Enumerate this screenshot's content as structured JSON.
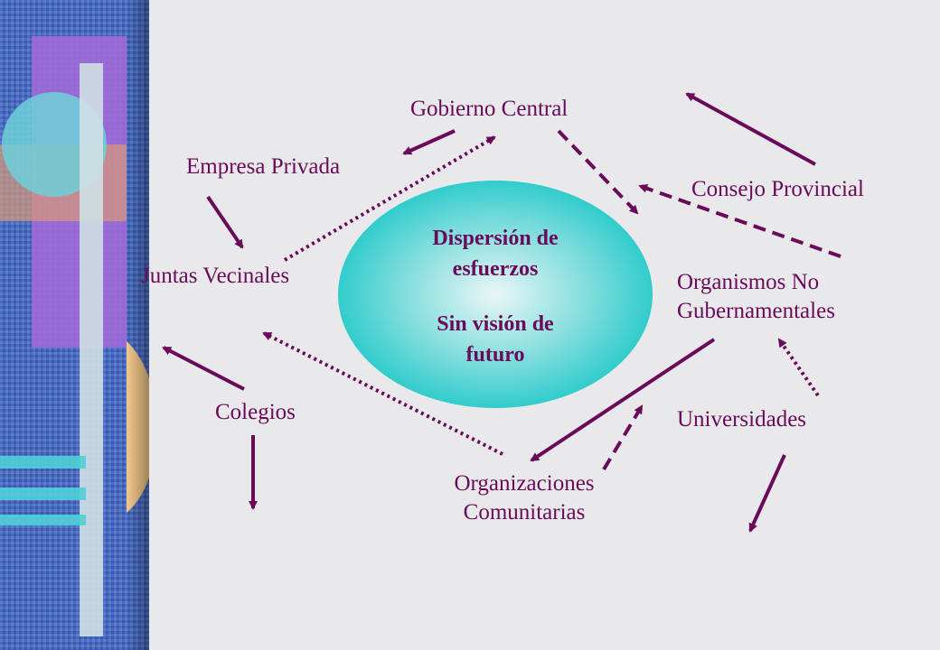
{
  "center": {
    "line1": "Dispersión de",
    "line2": "esfuerzos",
    "line3": "Sin visión de",
    "line4": "futuro"
  },
  "nodes": {
    "gobierno_central": "Gobierno Central",
    "empresa_privada": "Empresa Privada",
    "consejo_provincial": "Consejo Provincial",
    "juntas_vecinales": "Juntas Vecinales",
    "ong_line1": "Organismos No",
    "ong_line2": "Gubernamentales",
    "colegios": "Colegios",
    "universidades": "Universidades",
    "org_com_line1": "Organizaciones",
    "org_com_line2": "Comunitarias"
  },
  "colors": {
    "arrow": "#6a0a5a",
    "ellipse_center": "#e8f4f6",
    "ellipse_edge": "#1ec8c8",
    "background": "#e9e9ec"
  }
}
